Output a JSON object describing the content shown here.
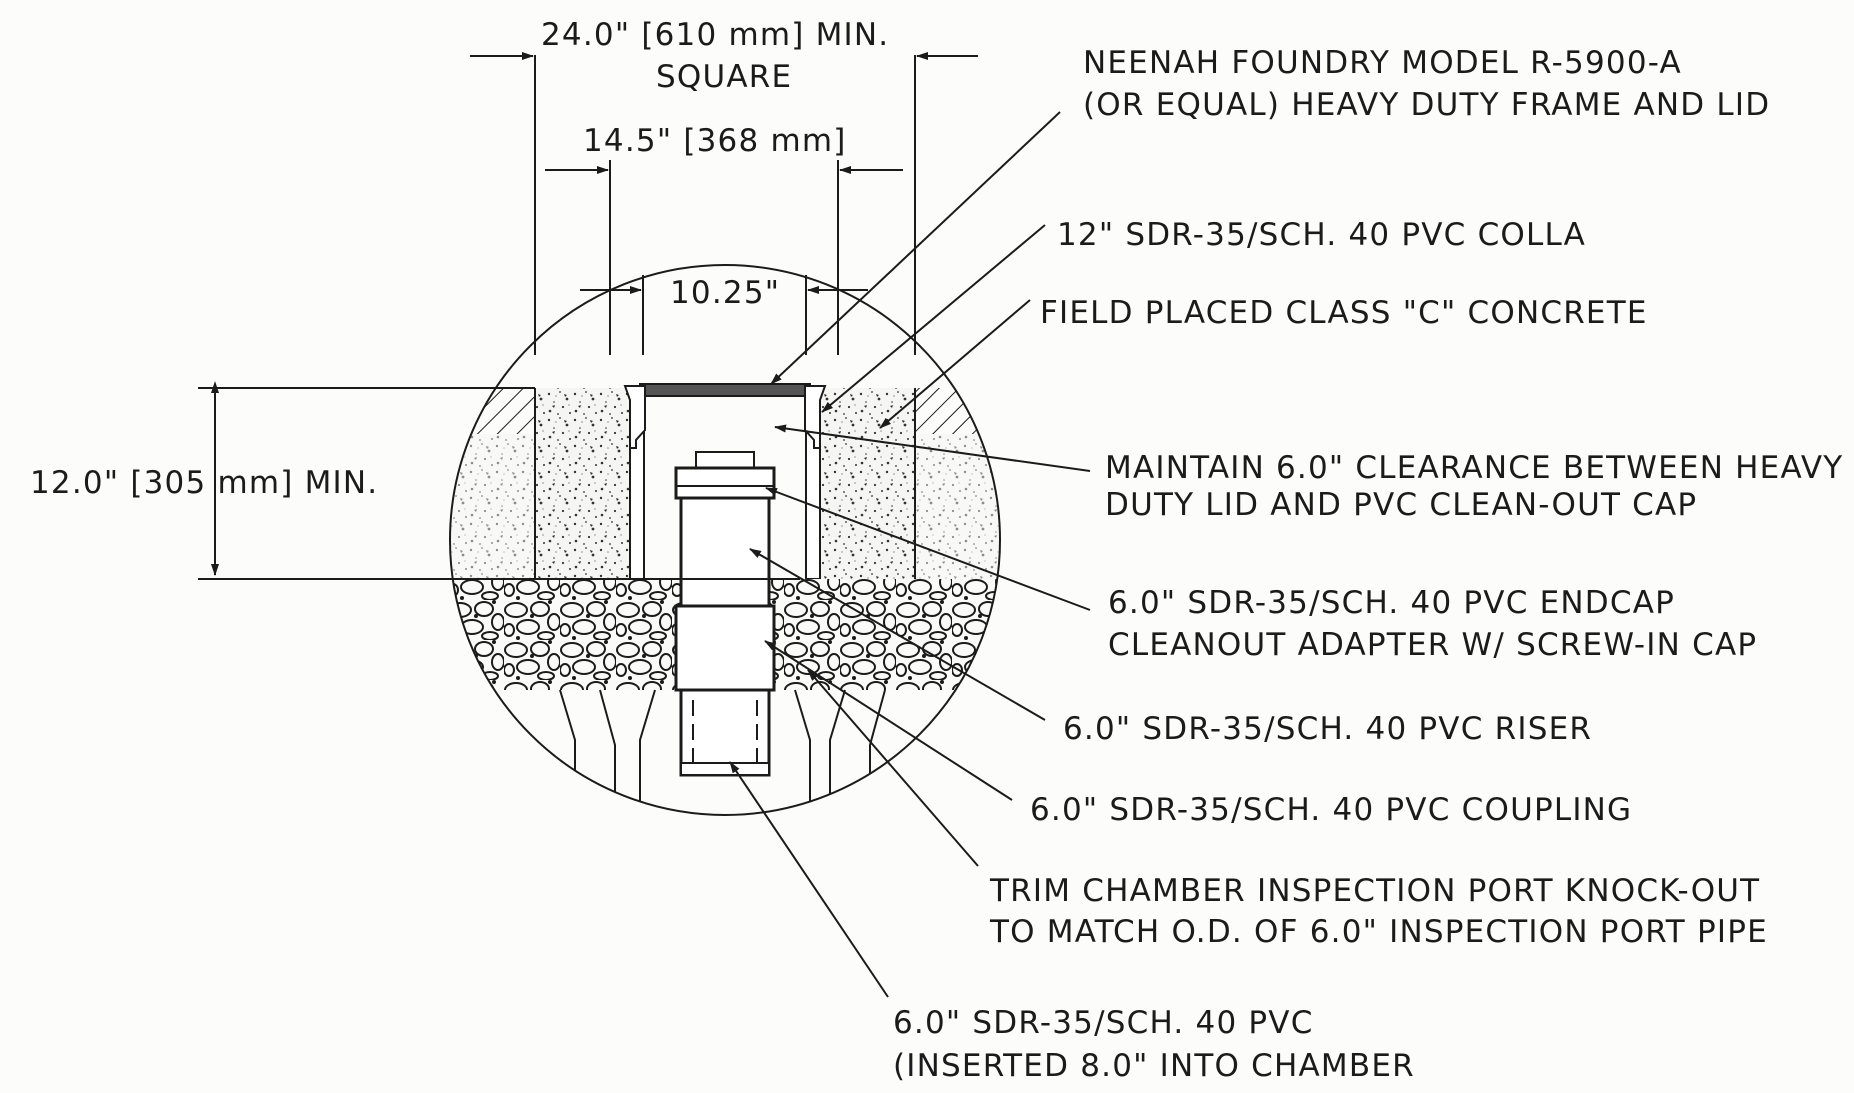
{
  "dimensions": {
    "overall_width_line1": "24.0\" [610 mm] MIN.",
    "overall_width_line2": "SQUARE",
    "frame_opening": "14.5\" [368 mm]",
    "lid_opening": "10.25\"",
    "depth": "12.0\" [305 mm] MIN."
  },
  "callouts": {
    "frame_line1": "NEENAH FOUNDRY MODEL R-5900-A",
    "frame_line2": "(OR EQUAL) HEAVY DUTY FRAME AND LID",
    "collar": "12\" SDR-35/SCH. 40 PVC COLLA",
    "concrete": "FIELD PLACED CLASS \"C\" CONCRETE",
    "clearance_line1": "MAINTAIN 6.0\" CLEARANCE BETWEEN HEAVY",
    "clearance_line2": "DUTY LID AND PVC CLEAN-OUT CAP",
    "endcap_line1": "6.0\" SDR-35/SCH. 40 PVC ENDCAP",
    "endcap_line2": "CLEANOUT ADAPTER W/ SCREW-IN CAP",
    "riser": "6.0\" SDR-35/SCH. 40 PVC RISER",
    "coupling": "6.0\" SDR-35/SCH. 40 PVC COUPLING",
    "trim_line1": "TRIM CHAMBER INSPECTION PORT KNOCK-OUT",
    "trim_line2": "TO MATCH O.D. OF 6.0\" INSPECTION PORT PIPE",
    "pipe_line1": "6.0\" SDR-35/SCH. 40 PVC",
    "pipe_line2": "(INSERTED 8.0\" INTO CHAMBER"
  }
}
